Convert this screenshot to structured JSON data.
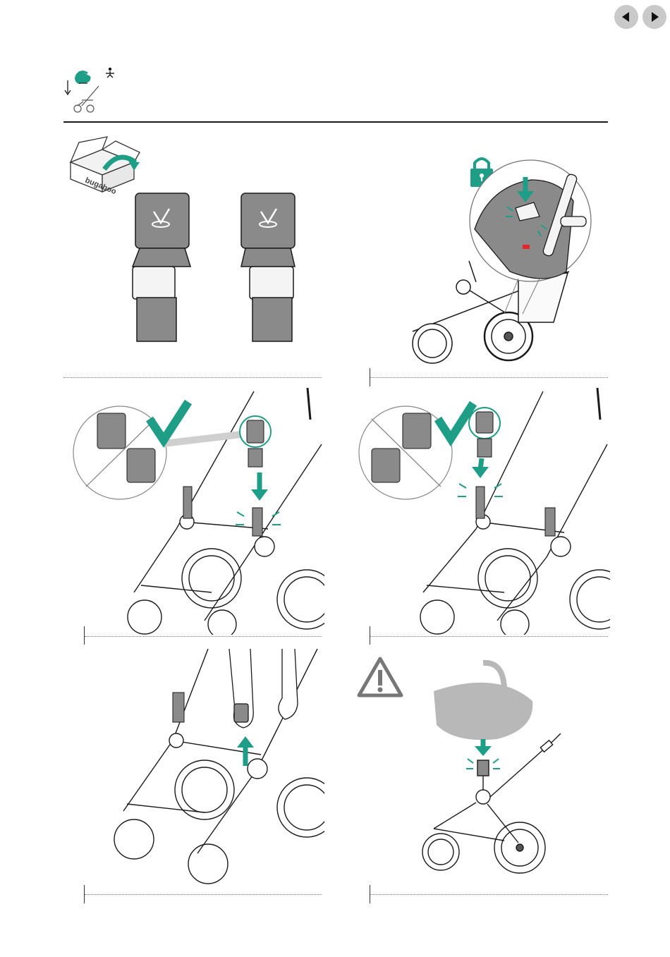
{
  "nav": {
    "prev_icon": "triangle-left-icon",
    "next_icon": "triangle-right-icon"
  },
  "header": {
    "icons": [
      "car-seat-down-icon",
      "child-icon",
      "stroller-icon"
    ]
  },
  "brand": {
    "box_label": "bugaboo"
  },
  "colors": {
    "accent": "#1f9e87",
    "frame_gray": "#8a8a8a",
    "line": "#1a1a1a",
    "warning_red": "#e8232a",
    "seat_gray": "#b8b8b8"
  },
  "steps": [
    {
      "id": "unbox-adapters",
      "icons": [
        "box-icon",
        "adapter-left-icon",
        "adapter-right-icon"
      ]
    },
    {
      "id": "unlock-release",
      "icons": [
        "lock-icon",
        "magnifier-circle-icon"
      ]
    },
    {
      "id": "attach-left-adapter",
      "icons": [
        "check-icon",
        "wrong-cross-icon",
        "arrow-down-icon"
      ]
    },
    {
      "id": "attach-right-adapter",
      "icons": [
        "check-icon",
        "wrong-cross-icon",
        "arrow-down-icon"
      ]
    },
    {
      "id": "remove-adapter",
      "icons": [
        "hands-icon",
        "arrow-up-icon"
      ]
    },
    {
      "id": "click-car-seat",
      "icons": [
        "warning-icon",
        "car-seat-icon",
        "arrow-down-icon"
      ]
    }
  ]
}
